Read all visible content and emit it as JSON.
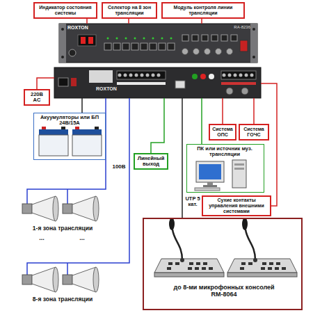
{
  "diagram": {
    "nodes": [
      {
        "text": [
          "Индикатор состояния системы"
        ]
      },
      {
        "text": [
          "Селектор на 8 зон трансляции"
        ]
      },
      {
        "text": [
          "Модуль контроля линии трансляции"
        ]
      },
      {
        "text": [
          "ROXTON",
          "RA-8236"
        ]
      },
      {
        "text": [
          "ROXTON"
        ]
      },
      {
        "text": [
          "220В AC"
        ]
      },
      {
        "text": [
          "Акуумуляторы или БП 24В/15А"
        ]
      },
      {
        "text": [
          "Линейный выход"
        ]
      },
      {
        "text": [
          "Система ОПС"
        ]
      },
      {
        "text": [
          "Система ГОЧС"
        ]
      },
      {
        "text": [
          "ПК или источник муз. трансляции"
        ]
      },
      {
        "text": [
          "Сухие контакты управления внешними системами"
        ]
      },
      {
        "text": [
          "до 8-ми микрофонных консолей RM-8064"
        ]
      }
    ],
    "edges": [
      {
        "from": 0,
        "to": 3,
        "arrow": "none"
      },
      {
        "from": 1,
        "to": 3,
        "arrow": "none"
      },
      {
        "from": 2,
        "to": 3,
        "arrow": "none"
      },
      {
        "from": 5,
        "to": 4,
        "arrow": "none"
      },
      {
        "from": 4,
        "to": 6,
        "arrow": "none"
      },
      {
        "from": 4,
        "to": 7,
        "arrow": "none"
      },
      {
        "from": 4,
        "to": 10,
        "arrow": "none"
      },
      {
        "from": 4,
        "to": 8,
        "arrow": "none"
      },
      {
        "from": 4,
        "to": 9,
        "arrow": "none"
      },
      {
        "from": 4,
        "to": 11,
        "arrow": "none"
      },
      {
        "from": 4,
        "to": 12,
        "label": "UTP 5 кат.",
        "arrow": "none"
      }
    ],
    "labels": [
      "100В",
      "1-я зона трансляции",
      "...",
      "...",
      "8-я зона трансляции"
    ]
  }
}
